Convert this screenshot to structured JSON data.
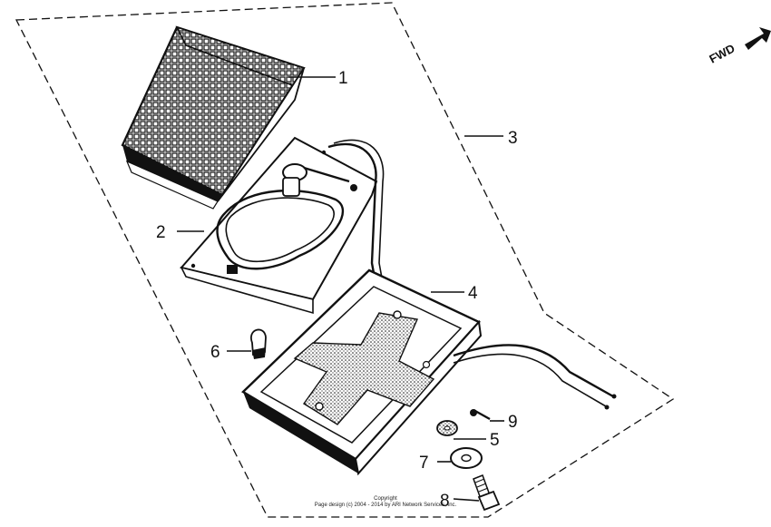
{
  "direction": {
    "label": "FWD"
  },
  "callouts": [
    {
      "id": "1",
      "label": "1"
    },
    {
      "id": "2",
      "label": "2"
    },
    {
      "id": "3",
      "label": "3"
    },
    {
      "id": "4",
      "label": "4"
    },
    {
      "id": "5",
      "label": "5"
    },
    {
      "id": "6",
      "label": "6"
    },
    {
      "id": "7",
      "label": "7"
    },
    {
      "id": "8",
      "label": "8"
    },
    {
      "id": "9",
      "label": "9"
    }
  ],
  "copyright": {
    "line1": "Copyright",
    "line2": "Page design (c) 2004 - 2014 by ARI Network Services, Inc."
  },
  "colors": {
    "ink": "#111111",
    "paper": "#ffffff"
  }
}
